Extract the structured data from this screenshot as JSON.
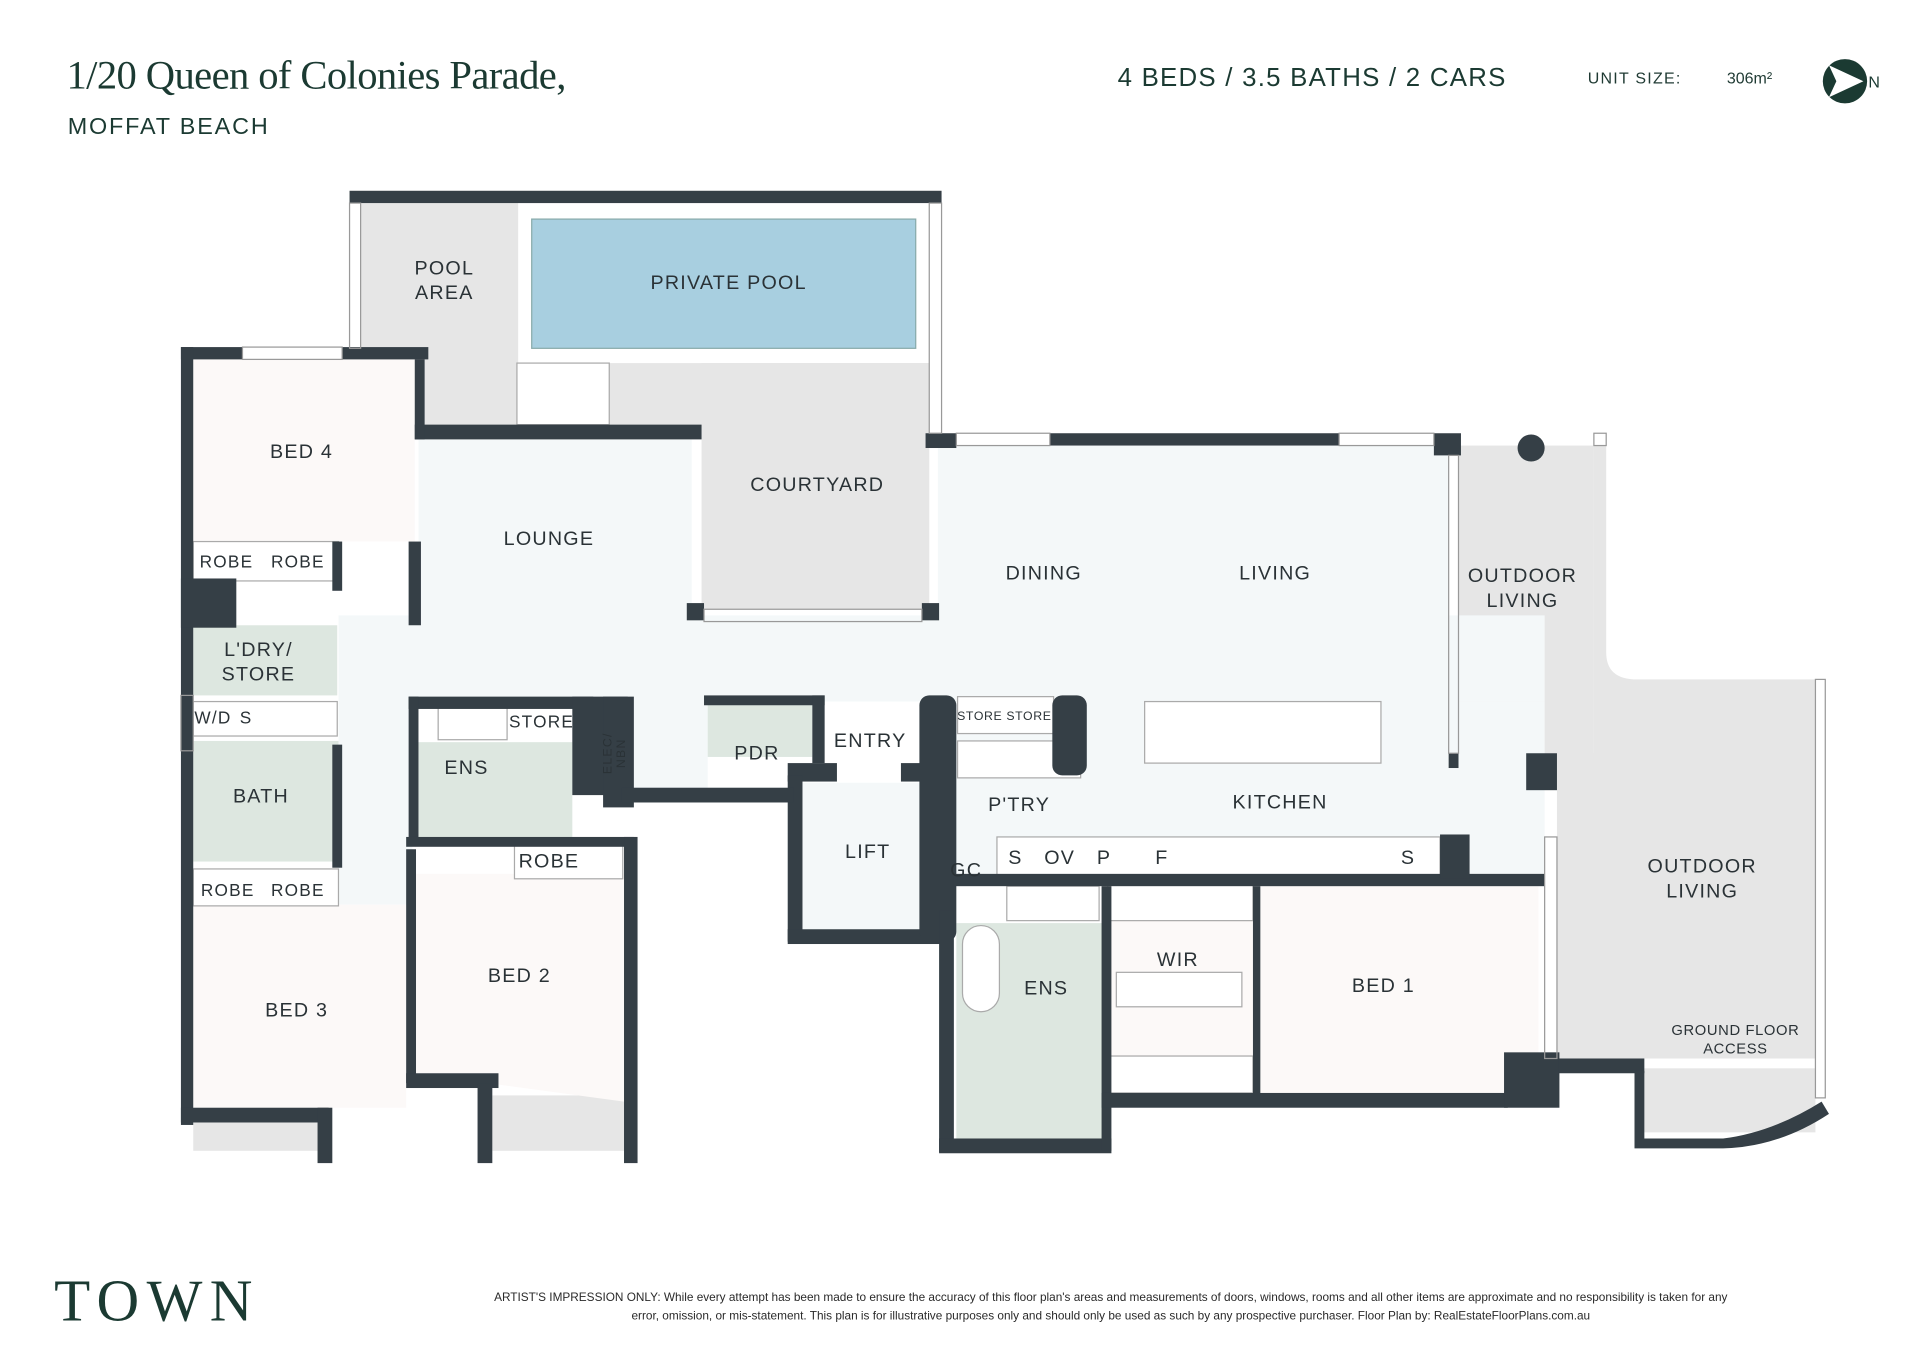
{
  "header": {
    "address": "1/20 Queen of Colonies Parade,",
    "suburb": "MOFFAT BEACH",
    "specs": "4 BEDS / 3.5 BATHS / 2 CARS",
    "unit_size_label": "UNIT SIZE:",
    "unit_size_value": "306m²",
    "north_label": "N"
  },
  "rooms": {
    "pool_area": "POOL\nAREA",
    "private_pool": "PRIVATE POOL",
    "bed4": "BED 4",
    "robe_a": "ROBE",
    "robe_b": "ROBE",
    "lounge": "LOUNGE",
    "courtyard": "COURTYARD",
    "dining": "DINING",
    "living": "LIVING",
    "outdoor_living_1": "OUTDOOR\nLIVING",
    "laundry": "L'DRY/\nSTORE",
    "wd": "W/D",
    "wd_s": "S",
    "bath": "BATH",
    "store_small": "STORE",
    "ens2": "ENS",
    "elec": "ELEC/\nNBN",
    "pdr": "PDR",
    "entry": "ENTRY",
    "store_k1": "STORE",
    "store_k2": "STORE",
    "pantry": "P'TRY",
    "kitchen": "KITCHEN",
    "lift": "LIFT",
    "gc": "GC",
    "k_s1": "S",
    "k_ov": "OV",
    "k_p": "P",
    "k_f": "F",
    "k_s2": "S",
    "robe_c": "ROBE",
    "robe_d": "ROBE",
    "robe_e": "ROBE",
    "bed3": "BED 3",
    "bed2": "BED 2",
    "ens1": "ENS",
    "wir": "WIR",
    "bed1": "BED 1",
    "outdoor_living_2": "OUTDOOR\nLIVING",
    "ground_access": "GROUND FLOOR\nACCESS"
  },
  "footer": {
    "logo": "TOWN",
    "disclaimer": "ARTIST'S IMPRESSION ONLY: While every attempt has been made to ensure the accuracy of this floor plan's areas and measurements of doors, windows, rooms and all other items are approximate and no responsibility is taken for any error, omission, or mis-statement. This plan is for illustrative purposes only and should only be used as such by any prospective purchaser. Floor Plan by: RealEstateFloorPlans.com.au"
  },
  "colors": {
    "wall": "#353f46",
    "floor": "#f4f8f9",
    "bedroom": "#fcf9f8",
    "wet": "#dde7e0",
    "outdoor": "#e6e6e6",
    "pool": "#a8cfe0",
    "text": "#1b3a32"
  }
}
